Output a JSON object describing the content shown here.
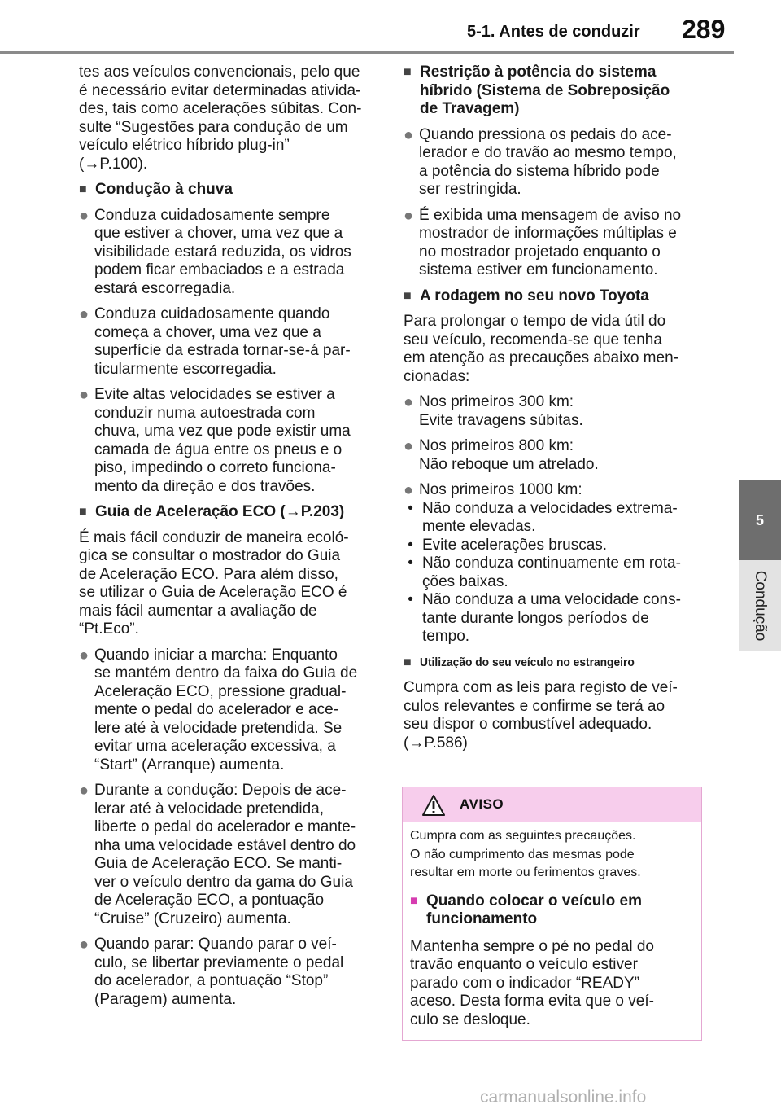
{
  "header": {
    "section_title": "5-1. Antes de conduzir",
    "page_number": "289"
  },
  "side_tab": {
    "chapter_number": "5",
    "chapter_label": "Condução"
  },
  "left_column": {
    "intro": "tes aos veículos convencionais, pelo que\né necessário evitar determinadas ativida-\ndes, tais como acelerações súbitas. Con-\nsulte “Sugestões para condução de um\nveículo elétrico híbrido plug-in”\n(→P.100).",
    "rain": {
      "heading": "Condução à chuva",
      "bullets": [
        "Conduza cuidadosamente sempre\nque estiver a chover, uma vez que a\nvisibilidade estará reduzida, os vidros\npodem ficar embaciados e a estrada\nestará escorregadia.",
        "Conduza cuidadosamente quando\ncomeça a chover, uma vez que a\nsuperfície da estrada tornar-se-á par-\nticularmente escorregadia.",
        "Evite altas velocidades se estiver a\nconduzir numa autoestrada com\nchuva, uma vez que pode existir uma\ncamada de água entre os pneus e o\npiso, impedindo o correto funciona-\nmento da direção e dos travões."
      ]
    },
    "eco": {
      "heading": "Guia de Aceleração ECO (→P.203)",
      "paragraph": "É mais fácil conduzir de maneira ecoló-\ngica se consultar o mostrador do Guia\nde Aceleração ECO. Para além disso,\nse utilizar o Guia de Aceleração ECO é\nmais fácil aumentar a avaliação de\n“Pt.Eco”.",
      "bullets": [
        "Quando iniciar a marcha: Enquanto\nse mantém dentro da faixa do Guia de\nAceleração ECO, pressione gradual-\nmente o pedal do acelerador e ace-\nlere até à velocidade pretendida. Se\nevitar uma aceleração excessiva, a\n“Start” (Arranque) aumenta.",
        "Durante a condução: Depois de ace-\nlerar até à velocidade pretendida,\nliberte o pedal do acelerador e mante-\nnha uma velocidade estável dentro do\nGuia de Aceleração ECO. Se manti-\nver o veículo dentro da gama do Guia\nde Aceleração ECO, a pontuação\n“Cruise” (Cruzeiro) aumenta.",
        "Quando parar: Quando parar o veí-\nculo, se libertar previamente o pedal\ndo acelerador, a pontuação “Stop”\n(Paragem) aumenta."
      ]
    }
  },
  "right_column": {
    "restriction": {
      "heading": "Restrição à potência do sistema\nhíbrido (Sistema de Sobreposição\nde Travagem)",
      "bullets": [
        "Quando pressiona os pedais do ace-\nlerador e do travão ao mesmo tempo,\na potência do sistema híbrido pode\nser restringida.",
        "É exibida uma mensagem de aviso no\nmostrador de informações múltiplas e\nno mostrador projetado enquanto o\nsistema estiver em funcionamento."
      ]
    },
    "break_in": {
      "heading": "A rodagem no seu novo Toyota",
      "paragraph": "Para prolongar o tempo de vida útil do\nseu veículo, recomenda-se que tenha\nem atenção as precauções abaixo men-\ncionadas:",
      "bullet_300": "Nos primeiros 300 km:\nEvite travagens súbitas.",
      "bullet_800": "Nos primeiros 800 km:\nNão reboque um atrelado.",
      "bullet_1000": "Nos primeiros 1000 km:",
      "sub_items": [
        "Não conduza a velocidades extrema-\nmente elevadas.",
        "Evite acelerações bruscas.",
        "Não conduza continuamente em rota-\nções baixas.",
        "Não conduza a uma velocidade cons-\ntante durante longos períodos de\ntempo."
      ]
    },
    "abroad": {
      "heading": "Utilização do seu veículo no estrangeiro",
      "paragraph": "Cumpra com as leis para registo de veí-\nculos relevantes e confirme se terá ao\nseu dispor o combustível adequado.\n(→P.586)"
    }
  },
  "warning": {
    "title": "AVISO",
    "intro": "Cumpra com as seguintes precauções.\nO não cumprimento das mesmas pode\nresultar em morte ou ferimentos graves.",
    "subheading": "Quando colocar o veículo em\nfuncionamento",
    "paragraph": "Mantenha sempre o pé no pedal do\ntravão enquanto o veículo estiver\nparado com o indicador “READY”\naceso. Desta forma evita que o veí-\nculo se desloque."
  },
  "watermark": "carmanualsonline.info",
  "colors": {
    "warning_header": "#f7cdec",
    "warning_border": "#e4a7d2",
    "warning_square": "#d63cb0",
    "tab_dark": "#6e6e6e",
    "tab_light": "#e3e3e3"
  }
}
